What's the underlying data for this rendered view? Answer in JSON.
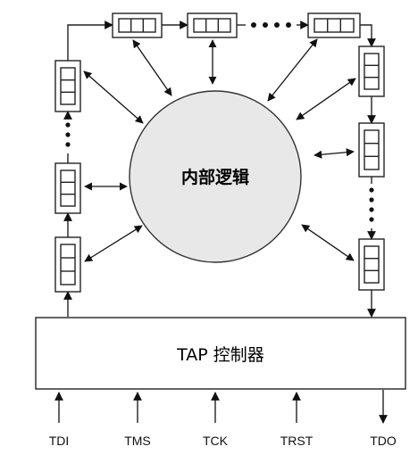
{
  "core_logic": {
    "label": "内部逻辑"
  },
  "tap_controller": {
    "label": "TAP 控制器"
  },
  "pins": [
    {
      "name": "TDI",
      "direction": "in"
    },
    {
      "name": "TMS",
      "direction": "in"
    },
    {
      "name": "TCK",
      "direction": "in"
    },
    {
      "name": "TRST",
      "direction": "in"
    },
    {
      "name": "TDO",
      "direction": "out"
    }
  ]
}
